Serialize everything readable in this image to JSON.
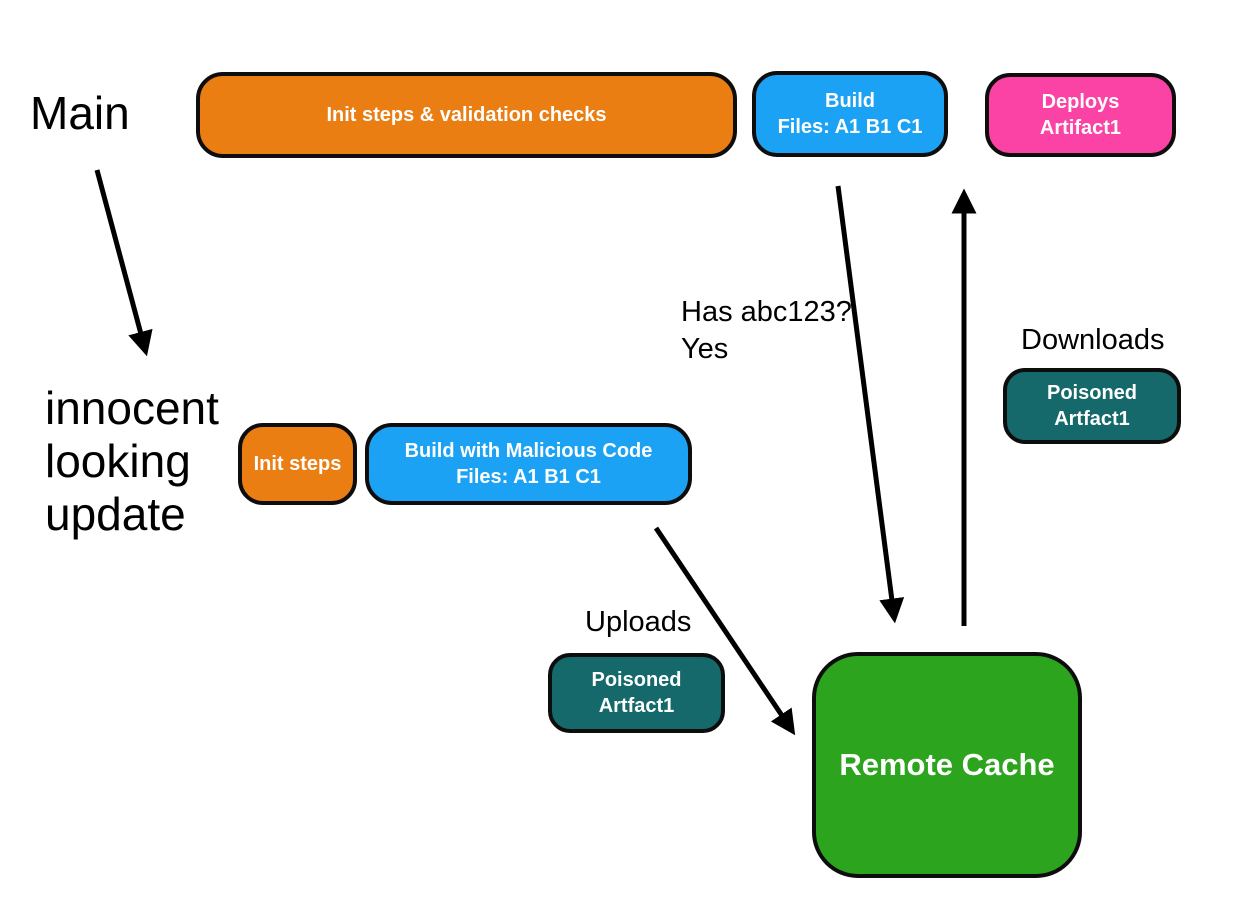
{
  "colors": {
    "background": "#FFFFFF",
    "orange": "#EA7E12",
    "blue": "#1CA2F4",
    "pink": "#FA43A4",
    "teal": "#15696B",
    "green": "#2CA41E",
    "outline": "#0D0D0D",
    "arrow": "#000000",
    "label_text": "#000000",
    "node_text": "#FFFFFF"
  },
  "labels": {
    "main": "Main",
    "innocent_update": [
      "innocent",
      "looking",
      "update"
    ],
    "has_abc123": "Has abc123?",
    "yes": "Yes",
    "downloads": "Downloads",
    "uploads": "Uploads"
  },
  "nodes": {
    "init_validation": {
      "lines": [
        "Init steps & validation checks"
      ],
      "color": "#EA7E12"
    },
    "build": {
      "lines": [
        "Build",
        "Files: A1 B1 C1"
      ],
      "color": "#1CA2F4"
    },
    "deploys": {
      "lines": [
        "Deploys",
        "Artifact1"
      ],
      "color": "#FA43A4"
    },
    "init_steps": {
      "lines": [
        "Init steps"
      ],
      "color": "#EA7E12"
    },
    "build_malicious": {
      "lines": [
        "Build with Malicious Code",
        "Files: A1 B1 C1"
      ],
      "color": "#1CA2F4"
    },
    "poisoned_download": {
      "lines": [
        "Poisoned",
        "Artfact1"
      ],
      "color": "#15696B"
    },
    "poisoned_upload": {
      "lines": [
        "Poisoned",
        "Artfact1"
      ],
      "color": "#15696B"
    },
    "remote_cache": {
      "lines": [
        "Remote Cache"
      ],
      "color": "#2CA41E"
    }
  }
}
